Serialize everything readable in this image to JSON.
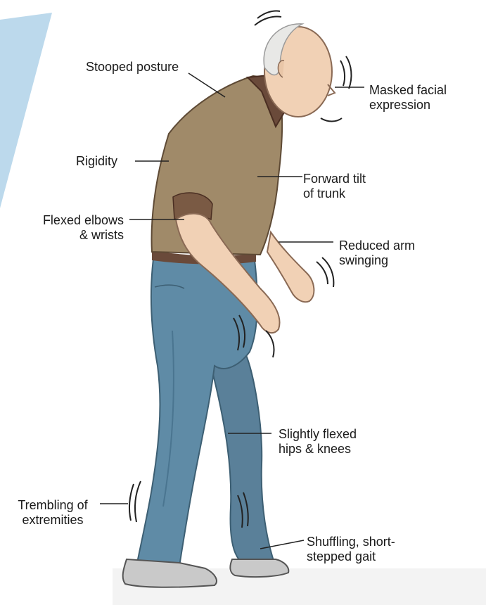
{
  "colors": {
    "accent_panel": "#bcd9ec",
    "shirt": "#a08a69",
    "collar": "#6a4a3a",
    "jeans": "#5f8ba6",
    "skin": "#f1d1b5",
    "hair": "#e8e8e6",
    "shoe": "#c9c9c9"
  },
  "labels": {
    "stooped_posture": "Stooped posture",
    "masked_facial": [
      "Masked facial",
      "expression"
    ],
    "rigidity": "Rigidity",
    "forward_tilt": [
      "Forward tilt",
      "of trunk"
    ],
    "flexed_elbows": [
      "Flexed elbows",
      "& wrists"
    ],
    "reduced_arm": [
      "Reduced arm",
      "swinging"
    ],
    "slightly_flexed": [
      "Slightly flexed",
      "hips & knees"
    ],
    "trembling": [
      "Trembling of",
      "extremities"
    ],
    "shuffling": [
      "Shuffling, short-",
      "stepped gait"
    ]
  }
}
